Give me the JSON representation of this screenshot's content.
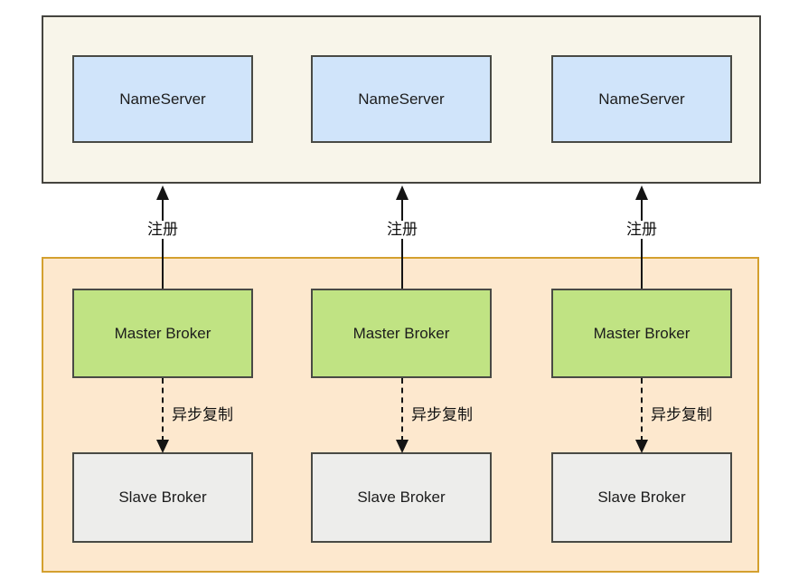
{
  "diagram": {
    "nameserver_cluster": {
      "nodes": [
        {
          "label": "NameServer"
        },
        {
          "label": "NameServer"
        },
        {
          "label": "NameServer"
        }
      ]
    },
    "broker_cluster": {
      "columns": [
        {
          "master_label": "Master Broker",
          "slave_label": "Slave Broker",
          "register_label": "注册",
          "replication_label": "异步复制"
        },
        {
          "master_label": "Master Broker",
          "slave_label": "Slave Broker",
          "register_label": "注册",
          "replication_label": "异步复制"
        },
        {
          "master_label": "Master Broker",
          "slave_label": "Slave Broker",
          "register_label": "注册",
          "replication_label": "异步复制"
        }
      ]
    },
    "colors": {
      "nameserver_cluster_bg": "#f8f5ea",
      "nameserver_cluster_border": "#45443f",
      "nameserver_node_bg": "#d0e4fa",
      "broker_cluster_bg": "#fde8ce",
      "broker_cluster_border": "#d4a02f",
      "master_node_bg": "#c0e383",
      "slave_node_bg": "#ededeb",
      "node_border": "#494a45",
      "arrow_color": "#141414"
    }
  }
}
